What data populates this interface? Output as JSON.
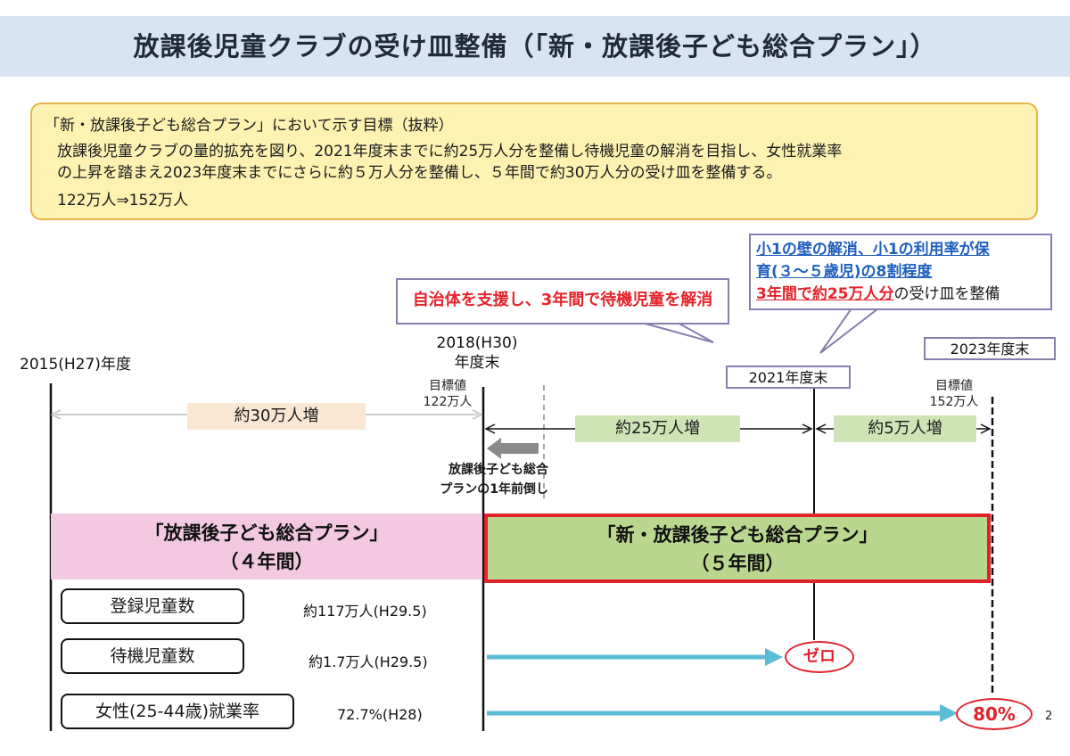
{
  "title": "放課後児童クラブの受け皿整備（「新・放課後子ども総合プラン」）",
  "goal": {
    "heading": "「新・放課後子ども総合プラン」において示す目標（抜粋）",
    "line1": "放課後児童クラブの量的拡充を図り、2021年度末までに約25万人分を整備し待機児童の解消を目指し、女性就業率",
    "line2": "の上昇を踏まえ2023年度末までにさらに約５万人分を整備し、５年間で約30万人分の受け皿を整備する。",
    "line3": "122万人⇒152万人"
  },
  "callout_left": "自治体を支援し、3年間で待機児童を解消",
  "callout_right": {
    "line1": "小1の壁の解消、小1の利用率が保",
    "line2": "育(３～５歳児)の8割程度",
    "line3_red": "3年間で約25万人分",
    "line3_rest": "の受け皿を整備"
  },
  "timeline": {
    "year_2015": "2015(H27)年度",
    "year_2018_line1": "2018(H30)",
    "year_2018_line2": "年度末",
    "year_2021": "2021年度末",
    "year_2023": "2023年度末",
    "target_label": "目標値",
    "target_2018": "122万人",
    "target_2023": "152万人",
    "inc_30": "約30万人増",
    "inc_25": "約25万人増",
    "inc_5": "約5万人増",
    "advance_line1": "放課後子ども総合",
    "advance_line2": "プランの1年前倒し"
  },
  "plans": {
    "old_line1": "「放課後子ども総合プラン」",
    "old_line2": "（４年間）",
    "new_line1": "「新・放課後子ども総合プラン」",
    "new_line2": "（５年間）"
  },
  "rows": [
    {
      "label": "登録児童数",
      "value": "約117万人(H29.5)"
    },
    {
      "label": "待機児童数",
      "value": "約1.7万人(H29.5)",
      "target": "ゼロ"
    },
    {
      "label": "女性(25-44歳)就業率",
      "value": "72.7%(H28)",
      "target": "80%"
    }
  ],
  "page_number": "2",
  "colors": {
    "title_bg": "#d8e4f1",
    "goal_bg": "#fdf2b2",
    "goal_border": "#eab24a",
    "old_plan_bg": "#f2c9e0",
    "new_plan_bg": "#b9d78f",
    "new_plan_border": "#e0232b",
    "increase_bg": "#cfe4b6",
    "arrow_blue": "#5bbcd6",
    "red": "#e5232b",
    "blue": "#1f5fbf"
  }
}
